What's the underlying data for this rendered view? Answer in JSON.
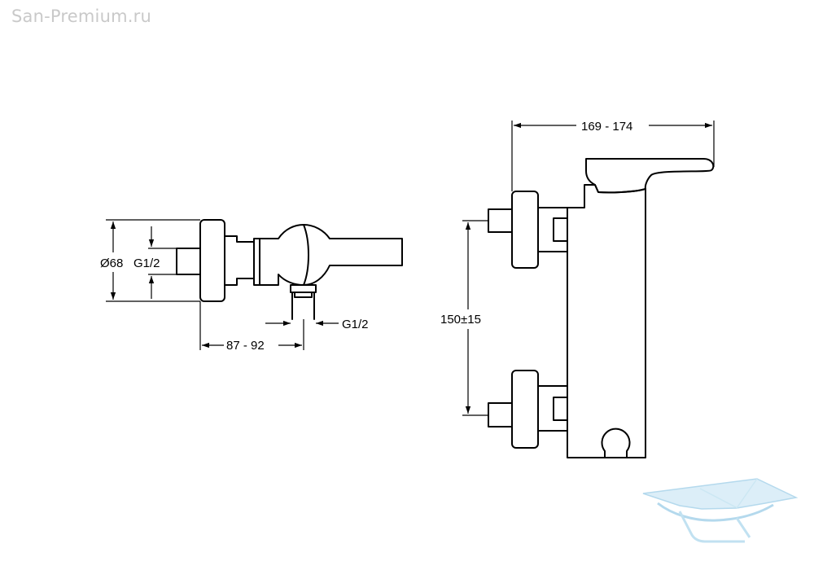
{
  "watermark": {
    "text": "San-Premium.ru",
    "color": "#c9c9c9"
  },
  "side_view": {
    "dim_diameter": "Ø68",
    "dim_inlet_thread": "G1/2",
    "dim_outlet_thread": "G1/2",
    "dim_depth": "87 - 92"
  },
  "front_view": {
    "dim_spout_reach": "169 - 174",
    "dim_centers": "150±15"
  },
  "logo": {
    "color": "#a8d3ea",
    "icon": "bathtub-logo-icon"
  }
}
